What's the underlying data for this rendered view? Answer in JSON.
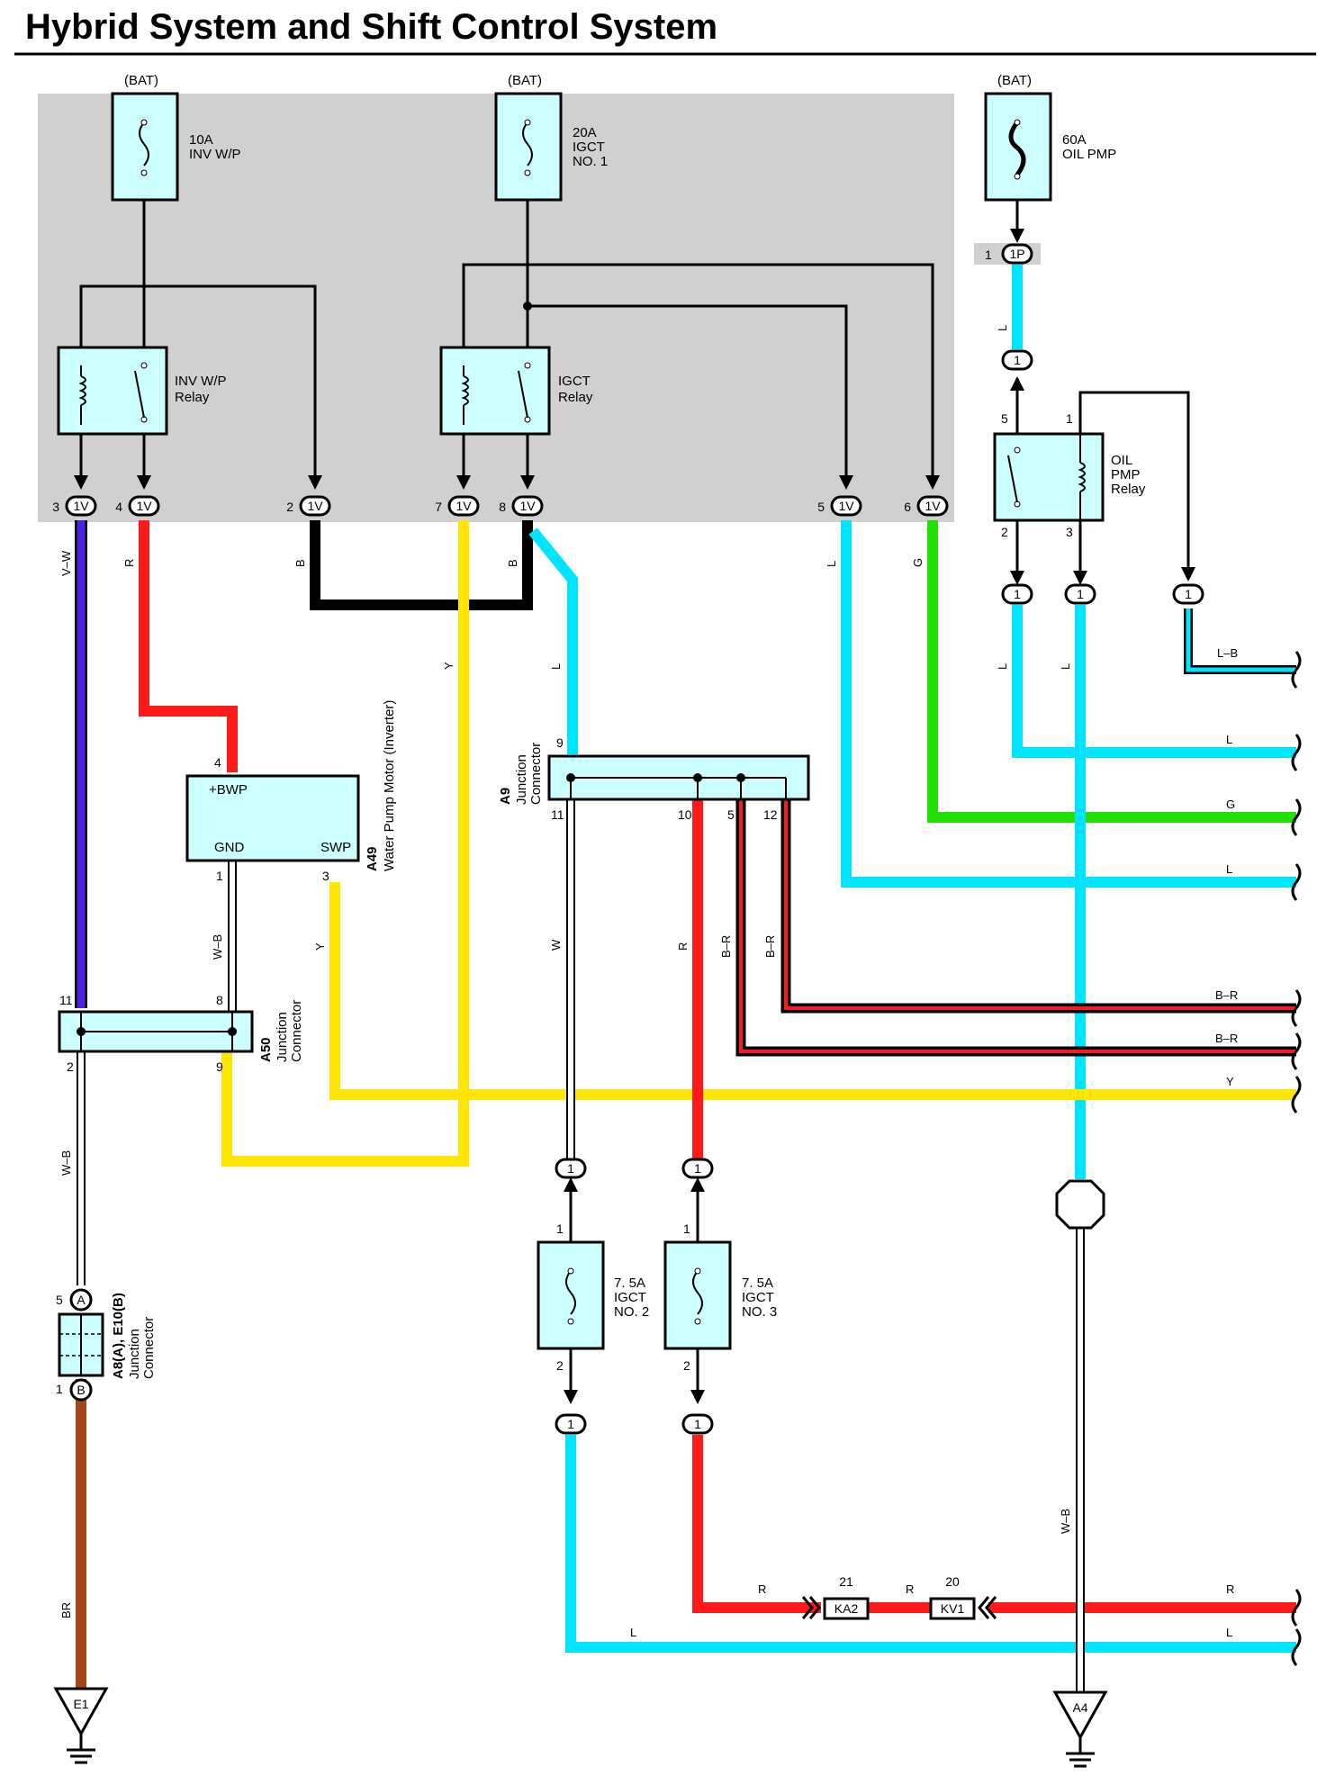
{
  "title": "Hybrid System and Shift Control System",
  "colors": {
    "cyan": "#00e5ff",
    "red": "#ff1a1a",
    "yellow": "#ffe600",
    "green": "#22e000",
    "violet": "#4b22e0",
    "brown": "#a4461a",
    "black": "#000000",
    "relay_block": "#d0d0d0",
    "component_fill": "#ccffff"
  },
  "power": {
    "bat1": "(BAT)",
    "bat2": "(BAT)",
    "bat3": "(BAT)"
  },
  "fuses": {
    "f1": {
      "amps": "10A",
      "name": "INV W/P"
    },
    "f2": {
      "amps": "20A",
      "name1": "IGCT",
      "name2": "NO. 1"
    },
    "f3": {
      "amps": "60A",
      "name1": "OIL PMP"
    },
    "f4": {
      "amps": "7. 5A",
      "name1": "IGCT",
      "name2": "NO. 2"
    },
    "f5": {
      "amps": "7. 5A",
      "name1": "IGCT",
      "name2": "NO. 3"
    }
  },
  "relays": {
    "inv": {
      "l1": "INV W/P",
      "l2": "Relay"
    },
    "igct": {
      "l1": "IGCT",
      "l2": "Relay"
    },
    "oil": {
      "l1": "OIL",
      "l2": "PMP",
      "l3": "Relay",
      "p5": "5",
      "p1": "1",
      "p2": "2",
      "p3": "3"
    }
  },
  "connectors": {
    "c1v": "1V",
    "c1p": "1P",
    "c1": "1",
    "p3": "3",
    "p4": "4",
    "p2": "2",
    "p7": "7",
    "p8": "8",
    "p5": "5",
    "p6": "6",
    "p1": "1"
  },
  "wires": {
    "vw": "V–W",
    "r": "R",
    "b": "B",
    "y": "Y",
    "l": "L",
    "g": "G",
    "wb": "W–B",
    "w": "W",
    "br_": "B–R",
    "br": "BR",
    "lb": "L–B"
  },
  "a49": {
    "bwp": "+BWP",
    "gnd": "GND",
    "swp": "SWP",
    "code": "A49",
    "name": "Water Pump Motor (Inverter)",
    "p4": "4",
    "p1": "1",
    "p3": "3"
  },
  "a9": {
    "code": "A9",
    "name1": "Junction",
    "name2": "Connector",
    "p9": "9",
    "p11": "11",
    "p10": "10",
    "p5": "5",
    "p12": "12"
  },
  "a50": {
    "code": "A50",
    "name1": "Junction",
    "name2": "Connector",
    "p11": "11",
    "p8": "8",
    "p2": "2",
    "p9": "9"
  },
  "a8": {
    "code": "A8(A), E10(B)",
    "name1": "Junction",
    "name2": "Connector",
    "ca": "A",
    "cb": "B",
    "p5": "5",
    "p1": "1"
  },
  "inline": {
    "ka2": "KA2",
    "kv1": "KV1",
    "p21": "21",
    "p20": "20"
  },
  "grounds": {
    "e1": "E1",
    "a4": "A4"
  },
  "fuse_pins": {
    "p1": "1",
    "p2": "2"
  }
}
